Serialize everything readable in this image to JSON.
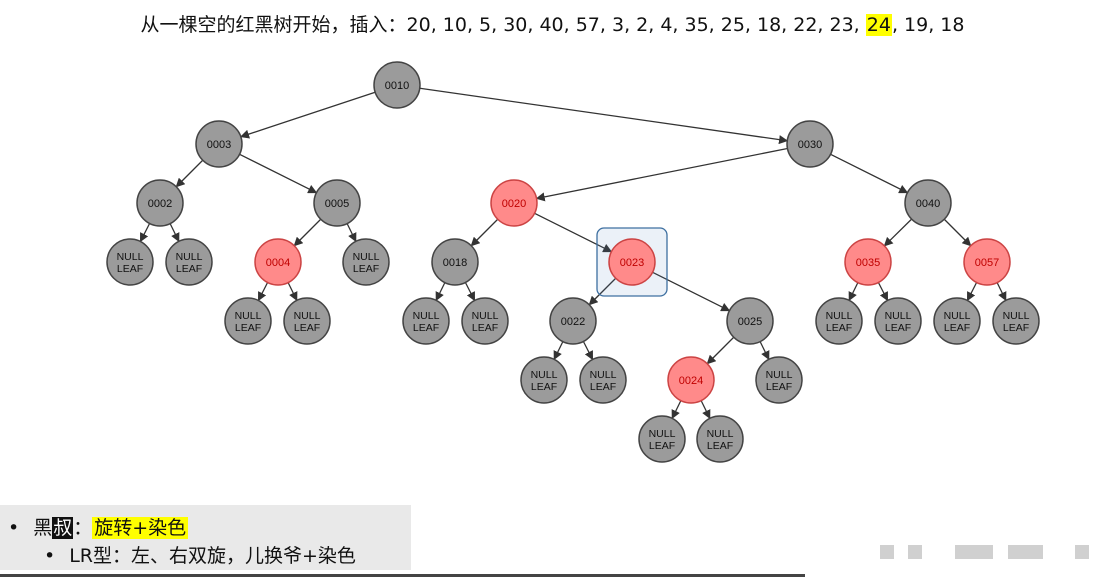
{
  "header": {
    "prefix": "从一棵空的红黑树开始，插入：",
    "seq_before": "20, 10, 5, 30, 40, 57, 3, 2, 4, 35, 25, 18, 22, 23, ",
    "seq_highlight": "24",
    "seq_after": ", 19, 18"
  },
  "tree": {
    "nodes": [
      {
        "id": "n10",
        "label": "0010",
        "color": "black"
      },
      {
        "id": "n3",
        "label": "0003",
        "color": "black"
      },
      {
        "id": "n30",
        "label": "0030",
        "color": "black"
      },
      {
        "id": "n2",
        "label": "0002",
        "color": "black"
      },
      {
        "id": "n5",
        "label": "0005",
        "color": "black"
      },
      {
        "id": "n20",
        "label": "0020",
        "color": "red"
      },
      {
        "id": "n40",
        "label": "0040",
        "color": "black"
      },
      {
        "id": "n4",
        "label": "0004",
        "color": "red"
      },
      {
        "id": "n18",
        "label": "0018",
        "color": "black"
      },
      {
        "id": "n23",
        "label": "0023",
        "color": "red",
        "selected": true
      },
      {
        "id": "n35",
        "label": "0035",
        "color": "red"
      },
      {
        "id": "n57",
        "label": "0057",
        "color": "red"
      },
      {
        "id": "n22",
        "label": "0022",
        "color": "black"
      },
      {
        "id": "n25",
        "label": "0025",
        "color": "black"
      },
      {
        "id": "n24",
        "label": "0024",
        "color": "red"
      }
    ],
    "leaf_label": [
      "NULL",
      "LEAF"
    ],
    "colors": {
      "black_fill": "#9b9b9b",
      "red_fill": "#ff8a8a",
      "red_text": "#c00000",
      "stroke": "#444444",
      "highlight": "#3d6fa0"
    }
  },
  "notes": {
    "bullet1": {
      "c1": "黑",
      "c2": "叔",
      "c3": "：",
      "c4": "旋转+染色"
    },
    "bullet2": "LR型：左、右双旋，儿换爷+染色"
  }
}
